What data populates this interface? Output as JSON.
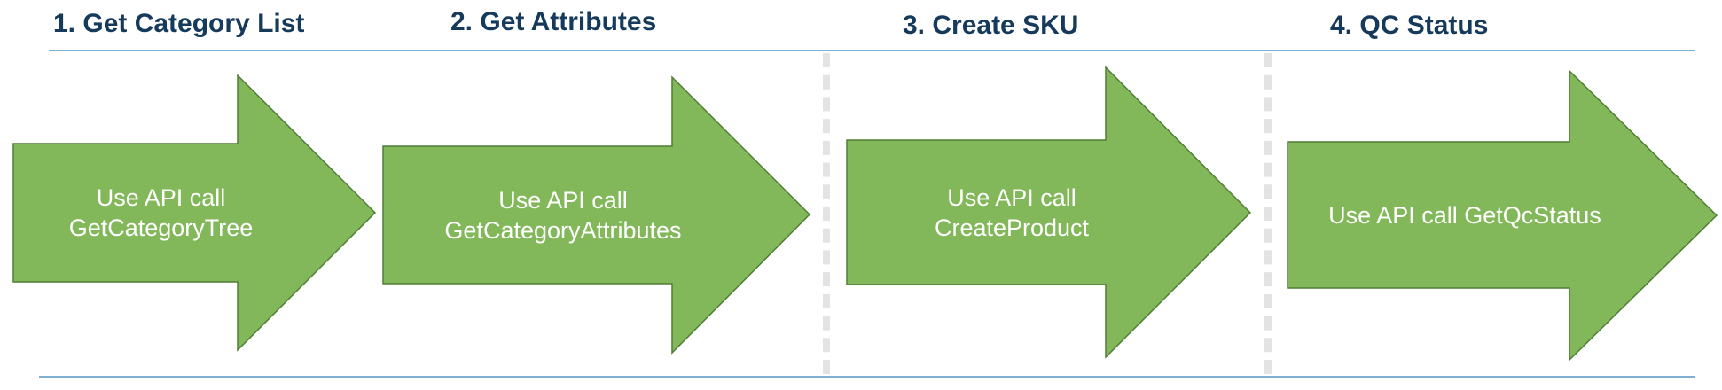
{
  "colors": {
    "arrow_fill": "#82b85a",
    "arrow_stroke": "#4f7e34",
    "title_text": "#163a5c",
    "rule_line": "#7fb0d2",
    "divider": "#e3e3e3",
    "arrow_text": "#ffffff"
  },
  "steps": [
    {
      "title": "1. Get Category List",
      "text": "Use API call\nGetCategoryTree"
    },
    {
      "title": "2. Get Attributes",
      "text": "Use API call\nGetCategoryAttributes"
    },
    {
      "title": "3. Create SKU",
      "text": "Use API call\nCreateProduct"
    },
    {
      "title": "4. QC Status",
      "text": "Use API call GetQcStatus"
    }
  ]
}
